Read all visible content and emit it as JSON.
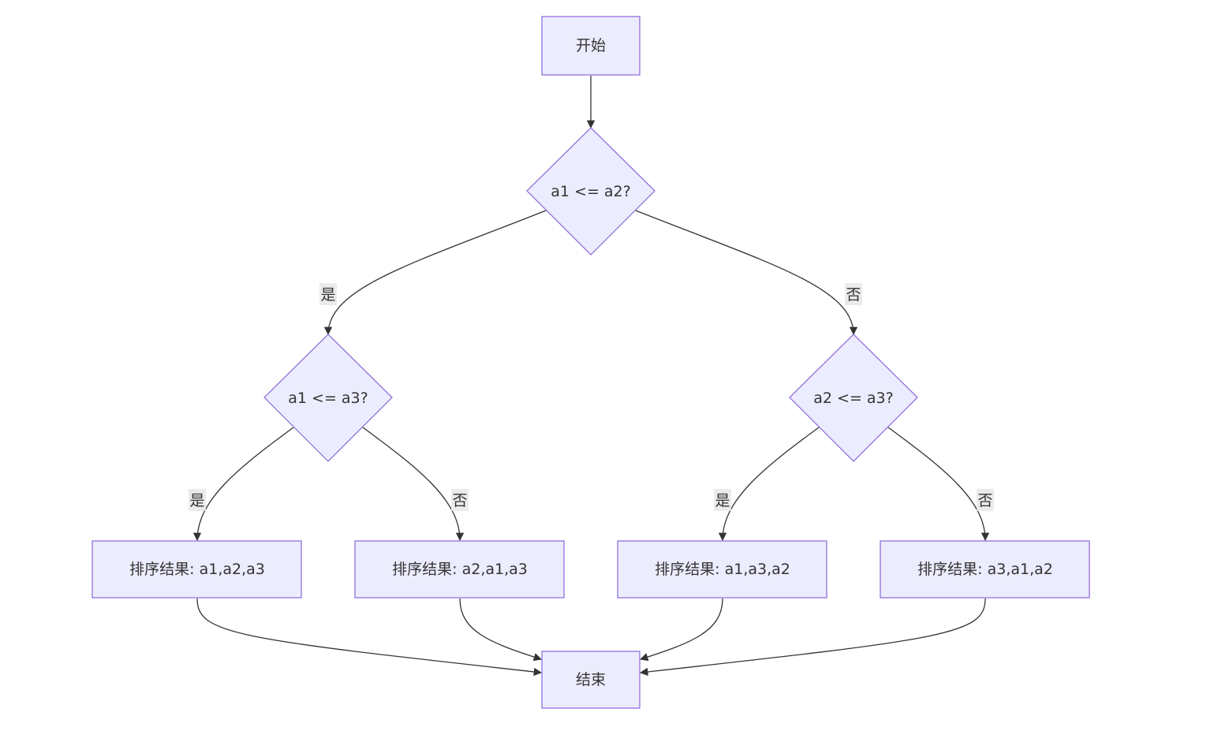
{
  "nodes": {
    "start": "开始",
    "cond_a1_a2": "a1 <= a2?",
    "cond_a1_a3": "a1 <= a3?",
    "cond_a2_a3": "a2 <= a3?",
    "result_a1_a2_a3": "排序结果: a1,a2,a3",
    "result_a2_a1_a3": "排序结果: a2,a1,a3",
    "result_a1_a3_a2": "排序结果: a1,a3,a2",
    "result_a3_a1_a2": "排序结果: a3,a1,a2",
    "end": "结束"
  },
  "edge_labels": {
    "yes_root": "是",
    "no_root": "否",
    "yes_left": "是",
    "no_left": "否",
    "yes_right": "是",
    "no_right": "否"
  },
  "colors": {
    "node_fill": "#ECECFF",
    "node_stroke": "#9370DB",
    "edge": "#333333",
    "label_bg": "#e8e8e8"
  }
}
